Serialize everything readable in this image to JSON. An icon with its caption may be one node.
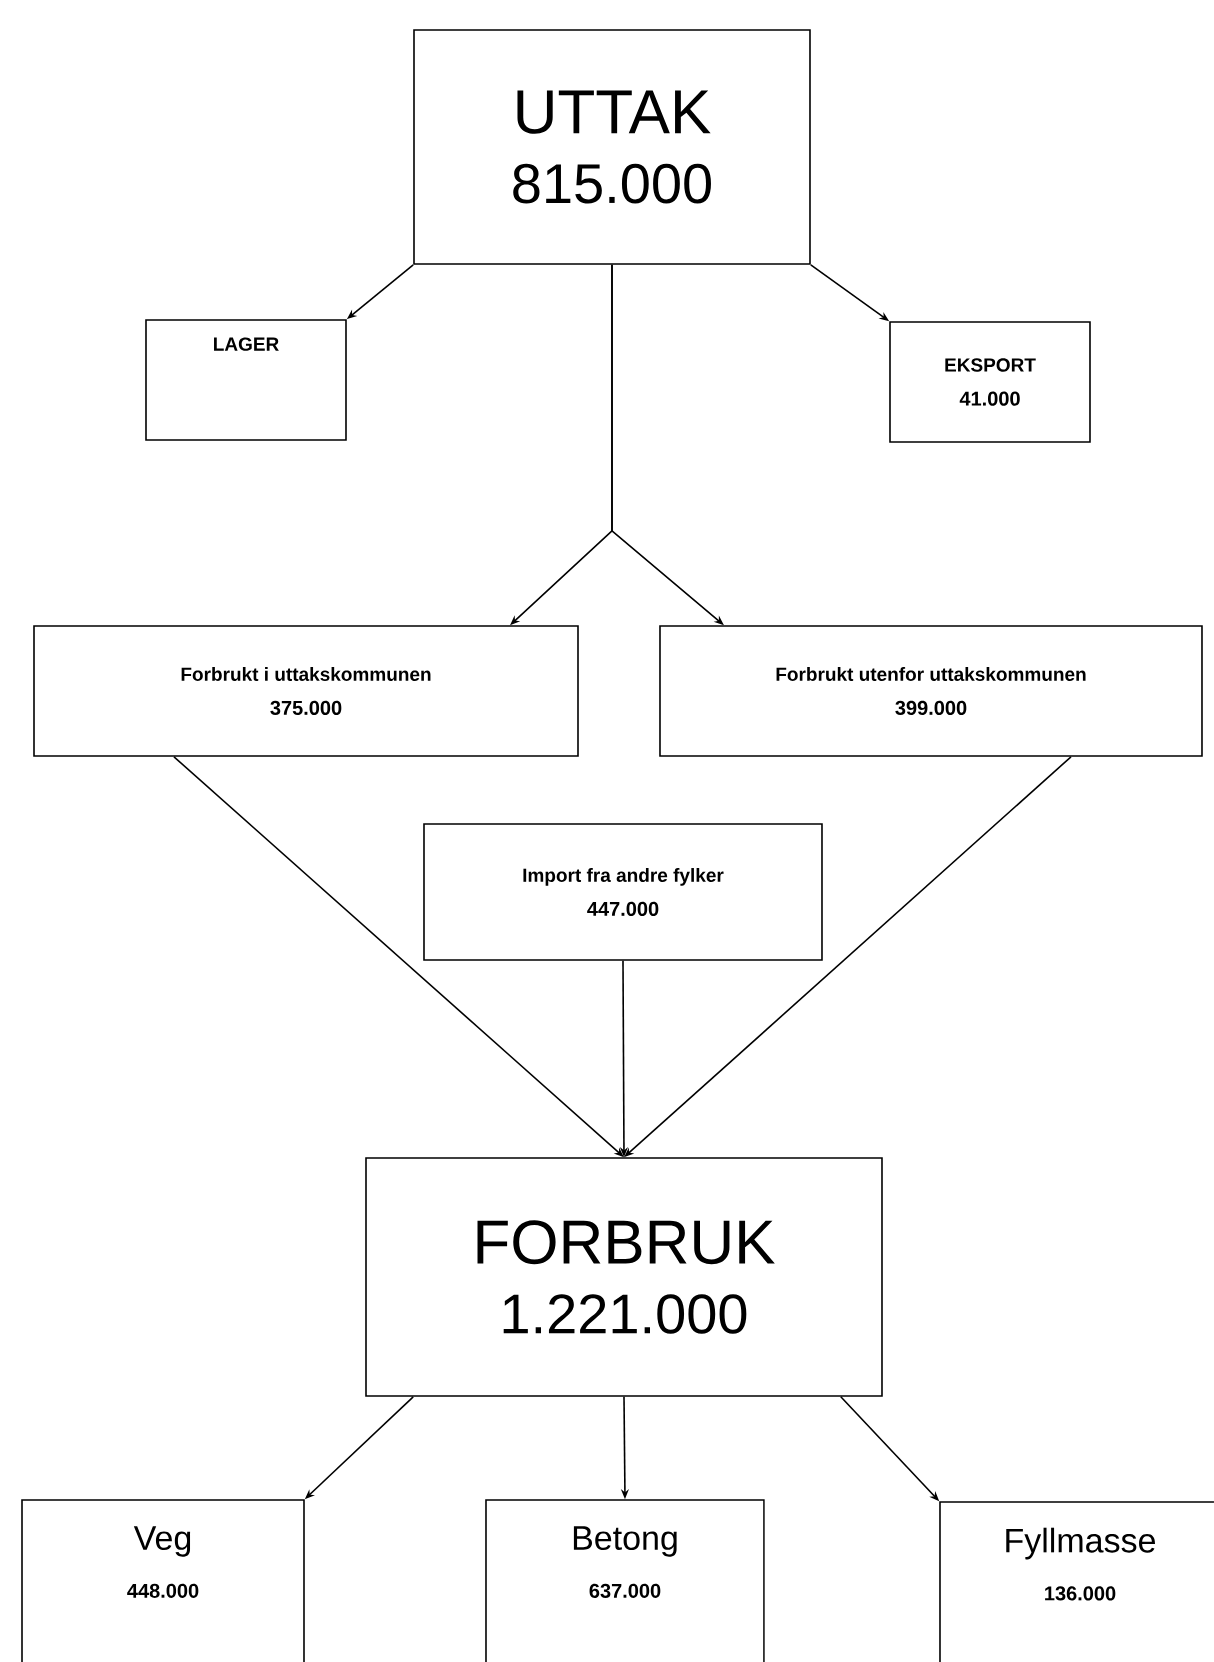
{
  "diagram": {
    "nodes": [
      {
        "text": [
          "UTTAK",
          "815.000"
        ]
      },
      {
        "text": [
          "LAGER"
        ]
      },
      {
        "text": [
          "EKSPORT",
          "41.000"
        ]
      },
      {
        "text": [
          "Forbrukt i uttakskommunen",
          "375.000"
        ]
      },
      {
        "text": [
          "Forbrukt utenfor uttakskommunen",
          "399.000"
        ]
      },
      {
        "text": [
          "Import fra andre fylker",
          "447.000"
        ]
      },
      {
        "text": [
          "FORBRUK",
          "1.221.000"
        ]
      },
      {
        "text": [
          "Veg",
          "448.000"
        ]
      },
      {
        "text": [
          "Betong",
          "637.000"
        ]
      },
      {
        "text": [
          "Fyllmasse",
          "136.000"
        ]
      }
    ],
    "edges": [
      {
        "from": 0,
        "to": 1,
        "arrow": "to"
      },
      {
        "from": 0,
        "to": 2,
        "arrow": "to"
      },
      {
        "from": 0,
        "to": 3,
        "arrow": "to"
      },
      {
        "from": 0,
        "to": 4,
        "arrow": "to"
      },
      {
        "from": 3,
        "to": 6,
        "arrow": "to"
      },
      {
        "from": 4,
        "to": 6,
        "arrow": "to"
      },
      {
        "from": 5,
        "to": 6,
        "arrow": "to"
      },
      {
        "from": 6,
        "to": 7,
        "arrow": "to"
      },
      {
        "from": 6,
        "to": 8,
        "arrow": "to"
      },
      {
        "from": 6,
        "to": 9,
        "arrow": "to"
      }
    ]
  }
}
